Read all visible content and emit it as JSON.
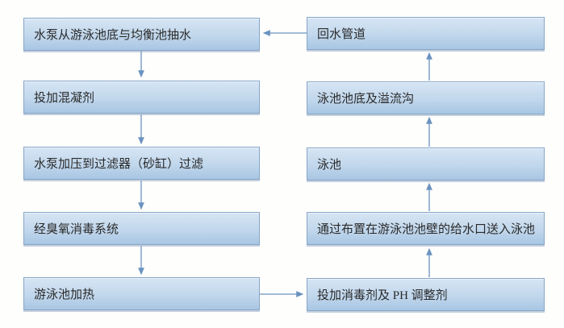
{
  "colors": {
    "page_bg": "#fefefd",
    "box_fill_top": "#d6e5f4",
    "box_fill_mid": "#c1d7ec",
    "box_fill_bottom": "#a8c6e3",
    "box_border": "#87a5c7",
    "connector_color": "#6b93c0",
    "text_color": "#2a2a2a"
  },
  "flowchart": {
    "left_column": [
      {
        "label": "水泵从游泳池底与均衡池抽水"
      },
      {
        "label": "投加混凝剂"
      },
      {
        "label": "水泵加压到过滤器（砂缸）过滤"
      },
      {
        "label": "经臭氧消毒系统"
      },
      {
        "label": "游泳池加热"
      }
    ],
    "right_column": [
      {
        "label": "回水管道"
      },
      {
        "label": "泳池池底及溢流沟"
      },
      {
        "label": "泳池"
      },
      {
        "label": "通过布置在游泳池池壁的给水口送入泳池"
      },
      {
        "label": "投加消毒剂及 PH 调整剂"
      }
    ]
  }
}
